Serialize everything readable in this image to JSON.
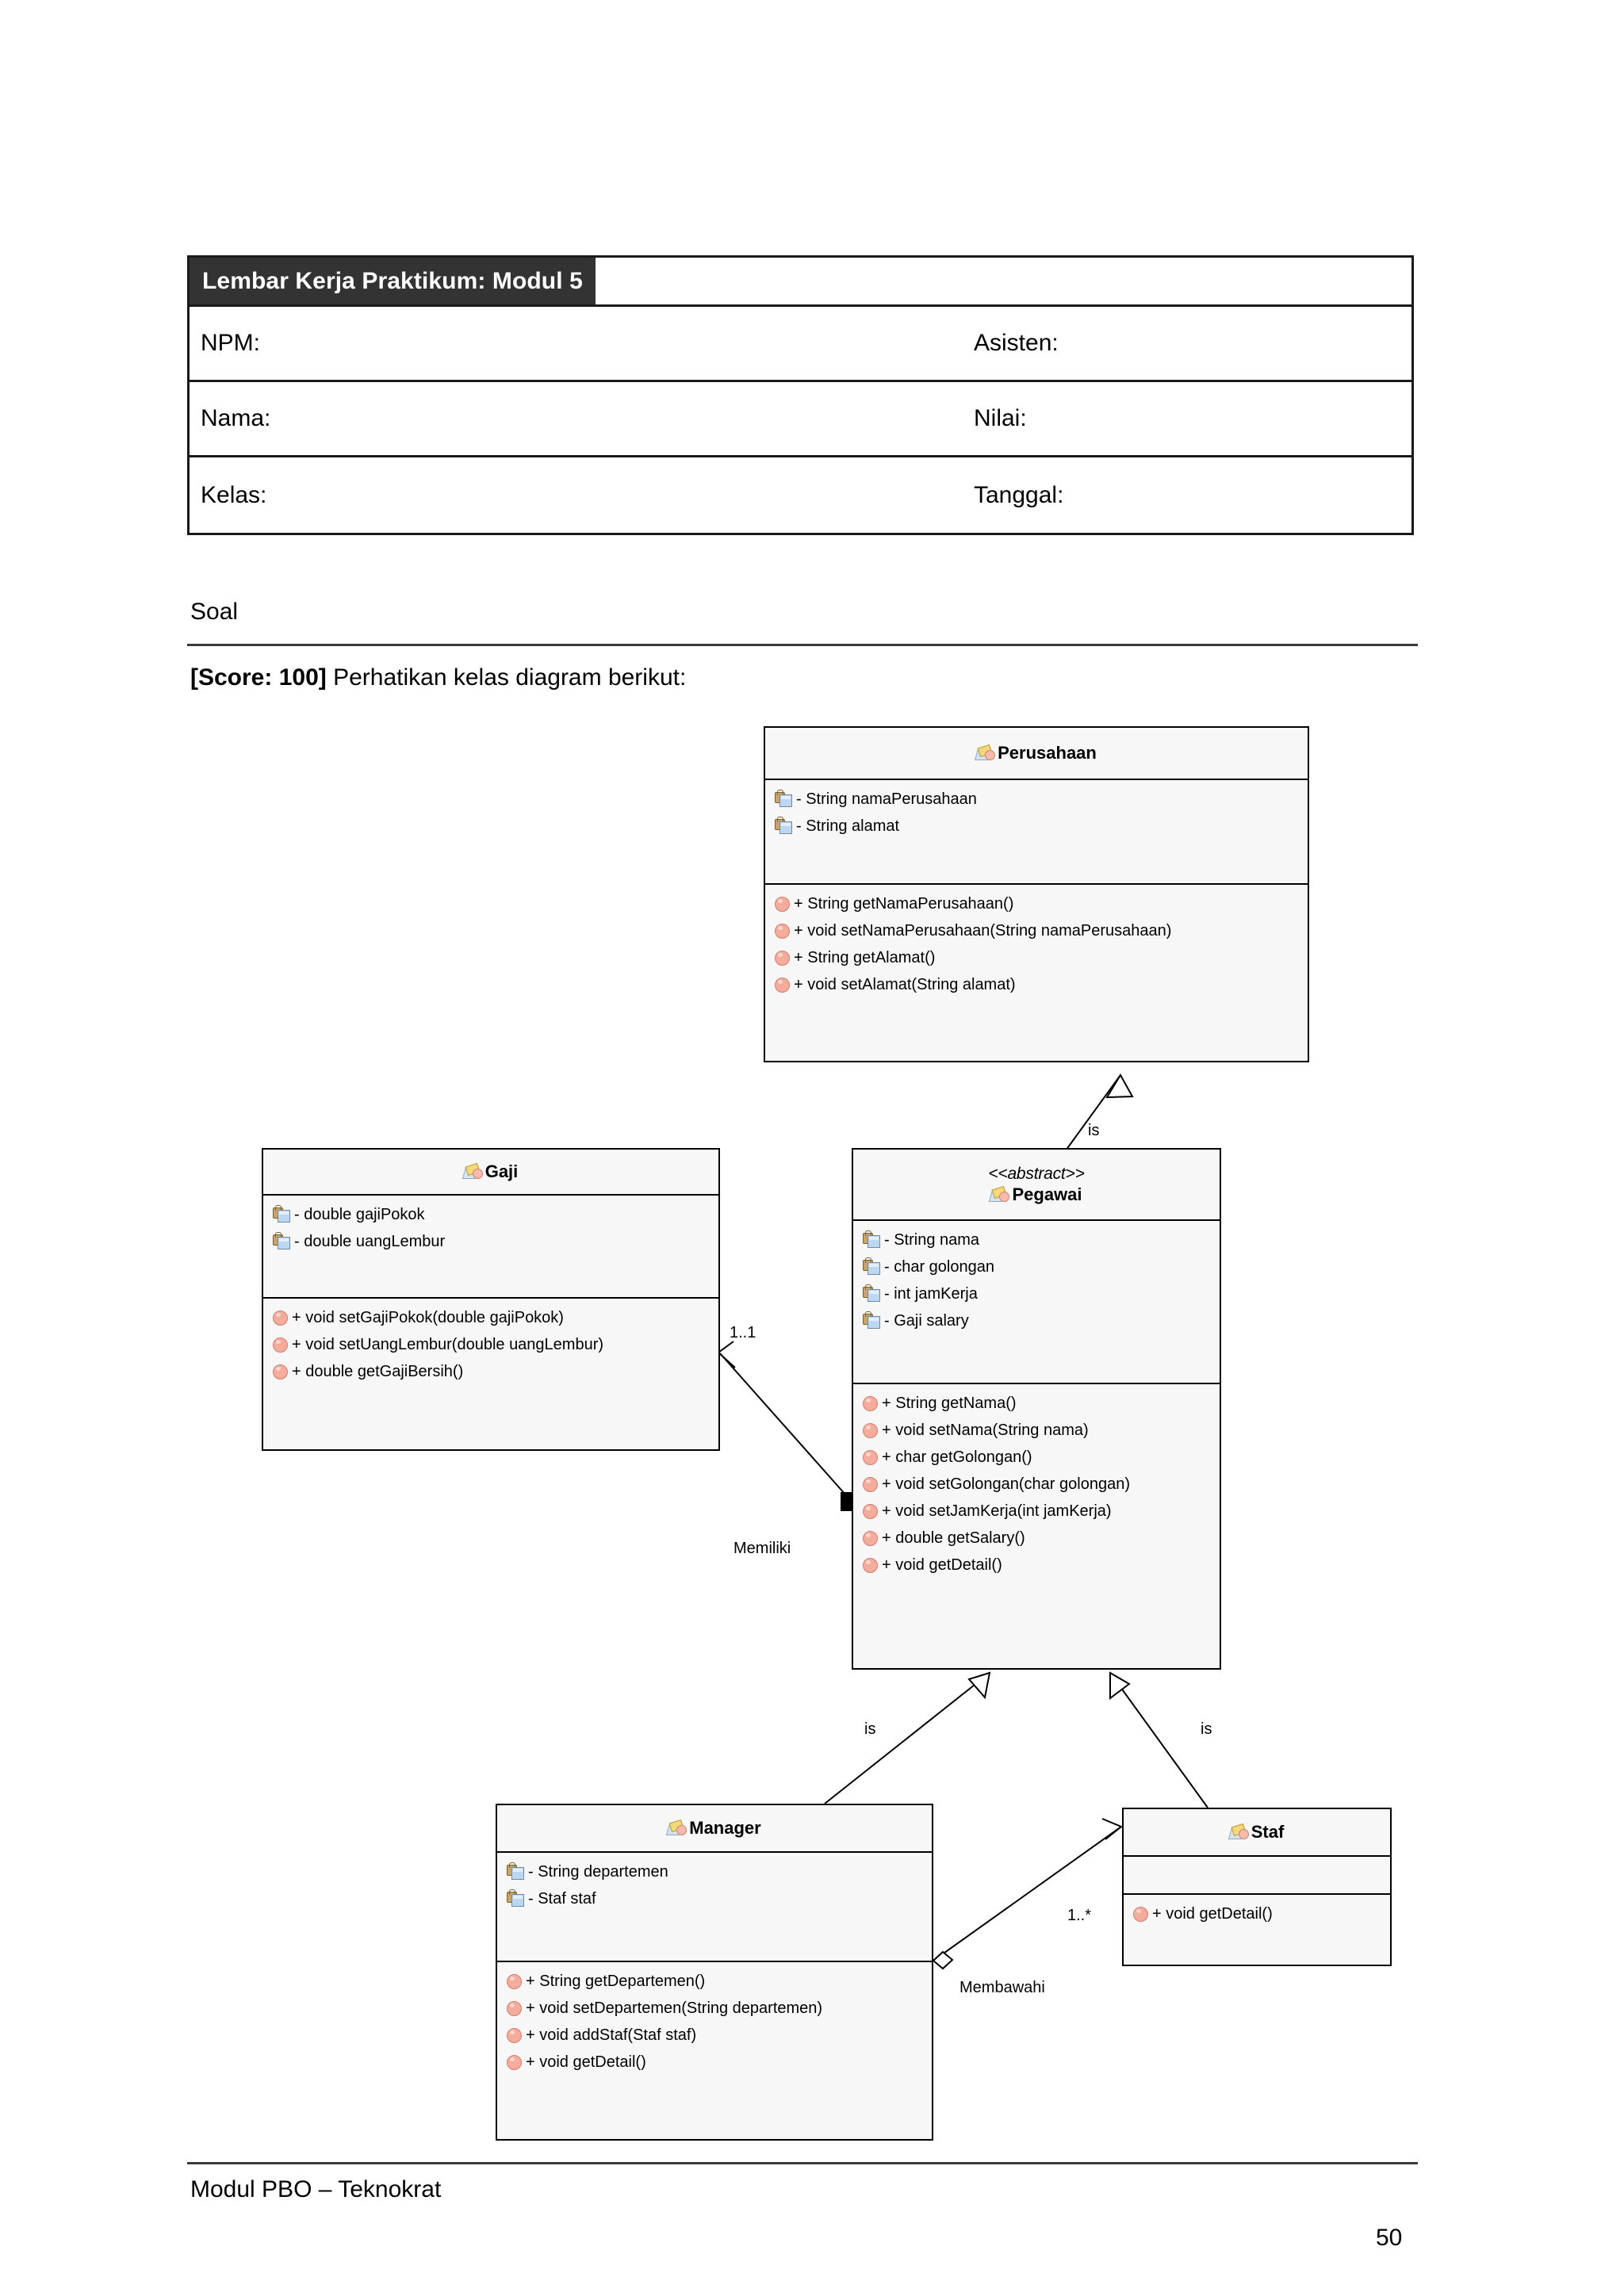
{
  "worksheet": {
    "title": "Lembar Kerja Praktikum: Modul 5",
    "fields": [
      {
        "left": "NPM:",
        "right": "Asisten:"
      },
      {
        "left": "Nama:",
        "right": "Nilai:"
      },
      {
        "left": "Kelas:",
        "right": "Tanggal:"
      }
    ]
  },
  "section": {
    "heading": "Soal",
    "score_tag": "[Score: 100]",
    "instruction": "Perhatikan kelas diagram berikut:"
  },
  "diagram": {
    "classes": [
      {
        "id": "perusahaan",
        "name": "Perusahaan",
        "stereotype": "",
        "icon": "class-icon",
        "attributes": [
          "- String namaPerusahaan",
          "- String alamat"
        ],
        "methods": [
          "+ String getNamaPerusahaan()",
          "+ void setNamaPerusahaan(String namaPerusahaan)",
          "+ String getAlamat()",
          "+ void setAlamat(String alamat)"
        ]
      },
      {
        "id": "gaji",
        "name": "Gaji",
        "stereotype": "",
        "icon": "class-icon",
        "attributes": [
          "- double gajiPokok",
          "- double uangLembur"
        ],
        "methods": [
          "+ void setGajiPokok(double gajiPokok)",
          "+ void setUangLembur(double uangLembur)",
          "+ double getGajiBersih()"
        ]
      },
      {
        "id": "pegawai",
        "name": "Pegawai",
        "stereotype": "<<abstract>>",
        "icon": "class-icon",
        "attributes": [
          "- String nama",
          "- char golongan",
          "- int jamKerja",
          "- Gaji salary"
        ],
        "methods": [
          "+ String getNama()",
          "+ void setNama(String nama)",
          "+ char getGolongan()",
          "+ void setGolongan(char golongan)",
          "+ void setJamKerja(int jamKerja)",
          "+ double getSalary()",
          "+ void getDetail()"
        ]
      },
      {
        "id": "manager",
        "name": "Manager",
        "stereotype": "",
        "icon": "class-icon",
        "attributes": [
          "- String departemen",
          "- Staf staf"
        ],
        "methods": [
          "+ String getDepartemen()",
          "+ void setDepartemen(String departemen)",
          "+ void addStaf(Staf staf)",
          "+ void getDetail()"
        ]
      },
      {
        "id": "staf",
        "name": "Staf",
        "stereotype": "",
        "icon": "class-icon",
        "attributes": [],
        "methods": [
          "+ void getDetail()"
        ]
      }
    ],
    "relationships": [
      {
        "id": "pegawai-is-perusahaan",
        "from": "pegawai",
        "to": "perusahaan",
        "type": "generalization",
        "label": "is",
        "multiplicity": ""
      },
      {
        "id": "manager-is-pegawai",
        "from": "manager",
        "to": "pegawai",
        "type": "generalization",
        "label": "is",
        "multiplicity": ""
      },
      {
        "id": "staf-is-pegawai",
        "from": "staf",
        "to": "pegawai",
        "type": "generalization",
        "label": "is",
        "multiplicity": ""
      },
      {
        "id": "pegawai-has-gaji",
        "from": "pegawai",
        "to": "gaji",
        "type": "composition",
        "label": "Memiliki",
        "multiplicity": "1..1"
      },
      {
        "id": "manager-has-staf",
        "from": "manager",
        "to": "staf",
        "type": "aggregation",
        "label": "Membawahi",
        "multiplicity": "1..*"
      }
    ]
  },
  "footer": {
    "text": "Modul PBO – Teknokrat",
    "page_number": "50"
  },
  "colors": {
    "title_band": "#333333",
    "class_fill": "#f7f7f7",
    "class_border": "#000000",
    "method_icon": "#f6ac9c",
    "attribute_icon": "#bcd7ef",
    "class_icon_fold": "#f4d87a"
  }
}
